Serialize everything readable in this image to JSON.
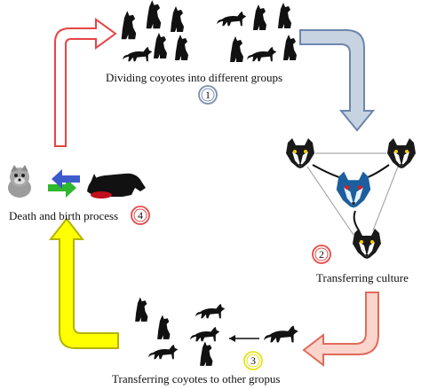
{
  "steps": [
    {
      "number": "1",
      "label": "Dividing coyotes into different groups",
      "badge_color": "#7a8fb0"
    },
    {
      "number": "2",
      "label": "Transferring culture",
      "badge_color": "#e64a4a"
    },
    {
      "number": "3",
      "label": "Transferring coyotes to other gropus",
      "badge_color": "#e8e21a"
    },
    {
      "number": "4",
      "label": "Death and birth process",
      "badge_color": "#e64a4a"
    }
  ],
  "arrows": {
    "top_right_fill": "#c8d3e2",
    "top_right_stroke": "#6d86ad",
    "bottom_right_fill": "#fbd4cc",
    "bottom_right_stroke": "#e16a5a",
    "bottom_left_fill": "#ffff00",
    "bottom_left_stroke": "#b3b300",
    "top_left_fill": "#ffffff",
    "top_left_stroke": "#e64444"
  },
  "icons": {
    "coyote_silhouette": "coyote-silhouette-icon",
    "wolf_head": "wolf-head-icon",
    "leader_wolf": "blue-wolf-head-icon",
    "pup": "grey-pup-icon",
    "dead_coyote": "dead-coyote-icon",
    "swap_arrows": "swap-arrows-icon"
  }
}
